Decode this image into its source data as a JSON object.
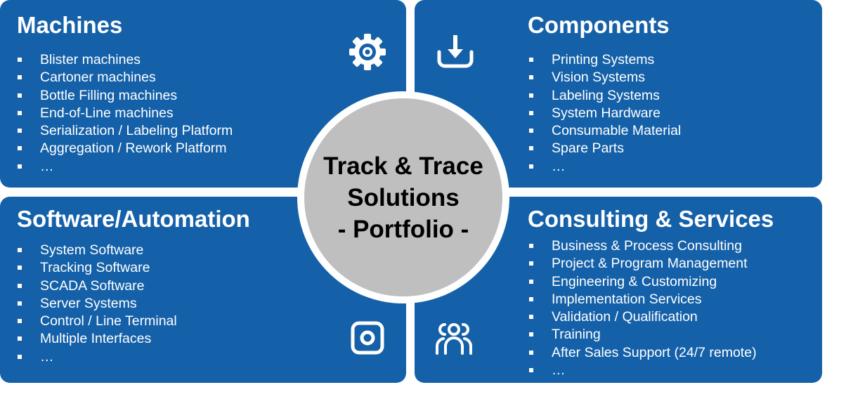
{
  "center": {
    "line1": "Track & Trace",
    "line2": "Solutions",
    "line3": "- Portfolio -"
  },
  "machines": {
    "title": "Machines",
    "items": [
      "Blister machines",
      "Cartoner machines",
      "Bottle Filling machines",
      "End-of-Line machines",
      "Serialization / Labeling Platform",
      "Aggregation / Rework Platform",
      "…"
    ]
  },
  "components": {
    "title": "Components",
    "items": [
      "Printing Systems",
      "Vision Systems",
      "Labeling Systems",
      "System Hardware",
      "Consumable Material",
      "Spare Parts",
      "…"
    ]
  },
  "software": {
    "title": "Software/Automation",
    "items": [
      "System Software",
      "Tracking Software",
      "SCADA Software",
      "Server Systems",
      "Control / Line Terminal",
      "Multiple Interfaces",
      "…"
    ]
  },
  "services": {
    "title": "Consulting & Services",
    "items": [
      "Business & Process Consulting",
      "Project & Program Management",
      "Engineering & Customizing",
      "Implementation Services",
      "Validation / Qualification",
      "Training",
      "After Sales Support (24/7 remote)",
      "…"
    ]
  },
  "colors": {
    "panel": "#1561a9",
    "circle": "#bfbfbf"
  }
}
